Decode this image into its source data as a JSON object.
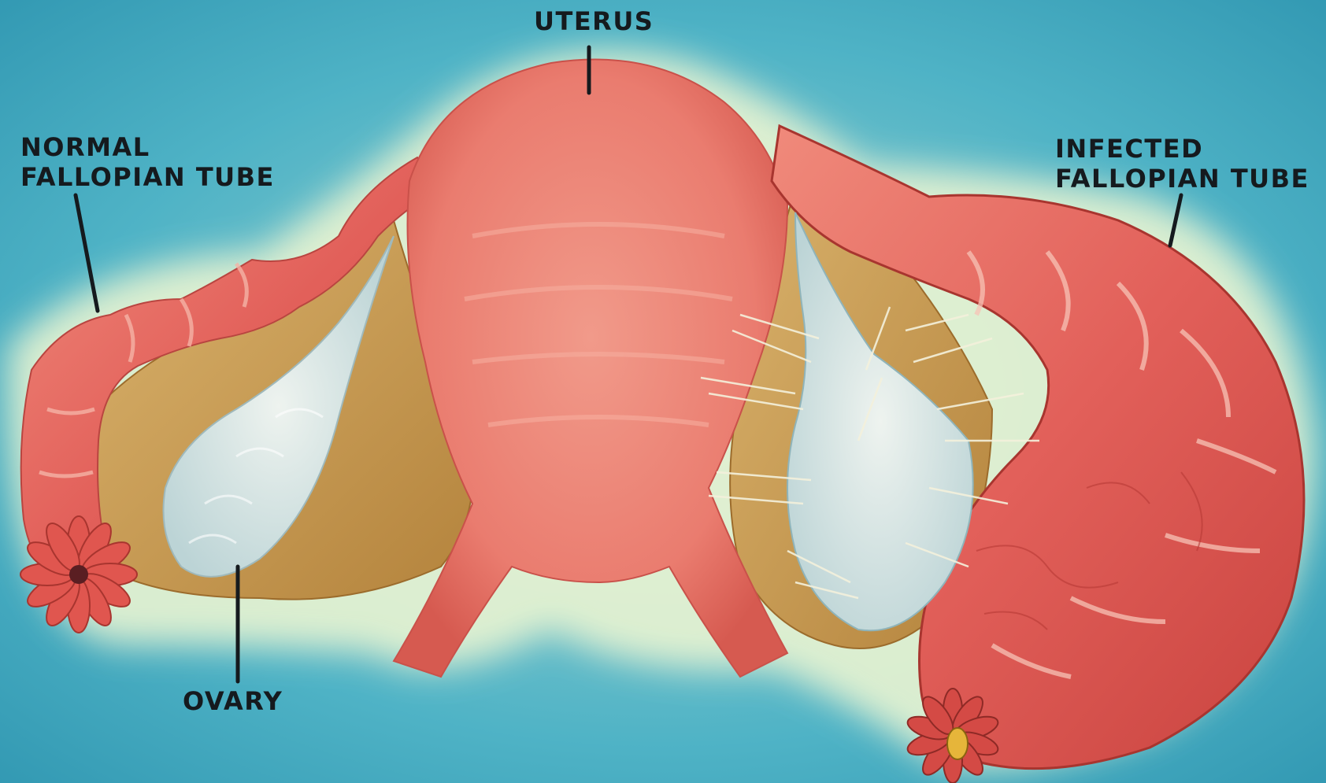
{
  "labels": {
    "uterus": "UTERUS",
    "normal_tube_line1": "NORMAL",
    "normal_tube_line2": "FALLOPIAN TUBE",
    "infected_tube_line1": "INFECTED",
    "infected_tube_line2": "FALLOPIAN TUBE",
    "ovary": "OVARY"
  },
  "colors": {
    "background": "#3fa6bd",
    "halo": "#e9f4d2",
    "tissue": "#e8746a",
    "tissue_dark": "#d4534d",
    "infected_tube": "#e2605a",
    "ligament": "#c9a05a",
    "ovary": "#d7e3e2",
    "label_text": "#151a1e"
  }
}
